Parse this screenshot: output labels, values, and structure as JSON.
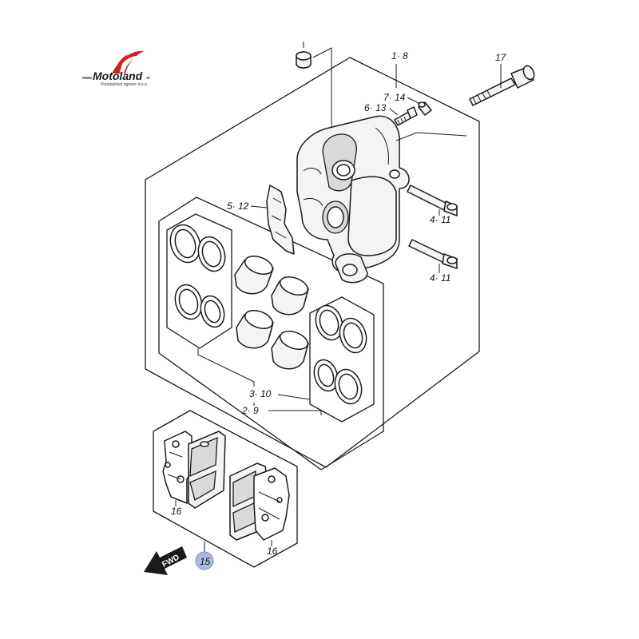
{
  "logo": {
    "prefix": "www.",
    "name": "Motoland",
    "suffix": ".si",
    "tagline": "Pooblaščeni trgovec d.o.o."
  },
  "labels": {
    "l_1_8": "1· 8",
    "l_17": "17",
    "l_7_14": "7· 14",
    "l_6_13": "6· 13",
    "l_5_12": "5· 12",
    "l_4_11_a": "4· 11",
    "l_4_11_b": "4· 11",
    "l_3_10": "3· 10",
    "l_2_9": "2· 9",
    "l_16_a": "16",
    "l_16_b": "16",
    "l_15": "15"
  },
  "fwd": "FWD",
  "colors": {
    "logo_red": "#d3231f",
    "badge": "#aab9e6"
  }
}
